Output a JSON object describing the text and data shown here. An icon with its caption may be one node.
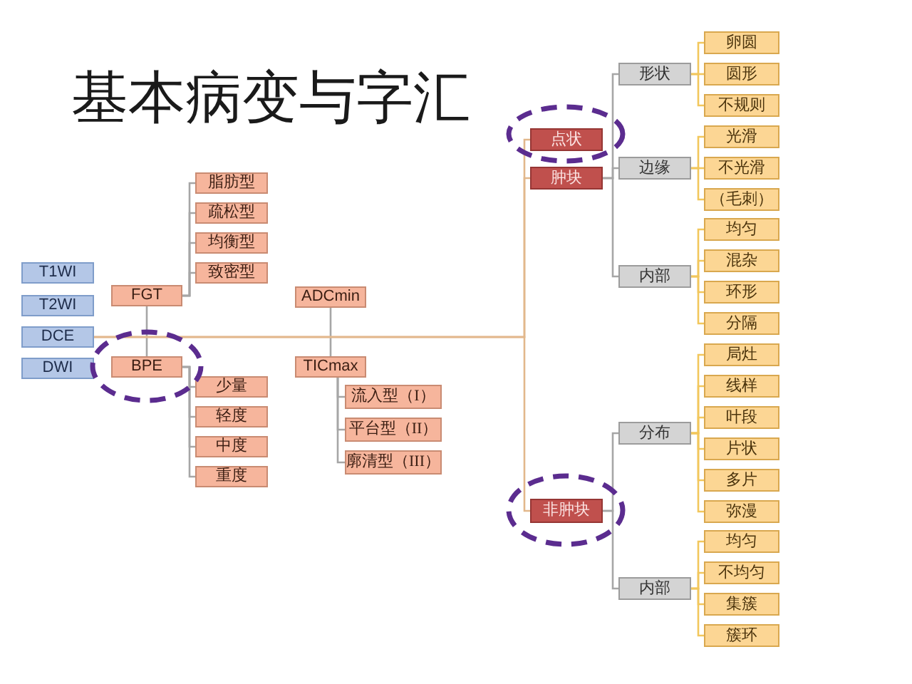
{
  "diagram": {
    "title": "基本病变与字汇",
    "nodes": [
      {
        "text": [
          "T1WI"
        ]
      },
      {
        "text": [
          "T2WI"
        ]
      },
      {
        "text": [
          "DCE"
        ]
      },
      {
        "text": [
          "DWI"
        ]
      },
      {
        "text": [
          "脂肪型"
        ]
      },
      {
        "text": [
          "疏松型"
        ]
      },
      {
        "text": [
          "均衡型"
        ]
      },
      {
        "text": [
          "致密型"
        ]
      },
      {
        "text": [
          "FGT"
        ]
      },
      {
        "text": [
          "ADCmin"
        ]
      },
      {
        "text": [
          "BPE"
        ]
      },
      {
        "text": [
          "TICmax"
        ]
      },
      {
        "text": [
          "少量"
        ]
      },
      {
        "text": [
          "轻度"
        ]
      },
      {
        "text": [
          "中度"
        ]
      },
      {
        "text": [
          "重度"
        ]
      },
      {
        "text": [
          "流入型（I）"
        ]
      },
      {
        "text": [
          "平台型（II）"
        ]
      },
      {
        "text": [
          "廓清型（III）"
        ]
      },
      {
        "text": [
          "点状"
        ]
      },
      {
        "text": [
          "肿块"
        ]
      },
      {
        "text": [
          "形状"
        ]
      },
      {
        "text": [
          "边缘"
        ]
      },
      {
        "text": [
          "内部"
        ]
      },
      {
        "text": [
          "卵圆"
        ]
      },
      {
        "text": [
          "圆形"
        ]
      },
      {
        "text": [
          "不规则"
        ]
      },
      {
        "text": [
          "光滑"
        ]
      },
      {
        "text": [
          "不光滑"
        ]
      },
      {
        "text": [
          "（毛刺）"
        ]
      },
      {
        "text": [
          "均匀"
        ]
      },
      {
        "text": [
          "混杂"
        ]
      },
      {
        "text": [
          "环形"
        ]
      },
      {
        "text": [
          "分隔"
        ]
      },
      {
        "text": [
          "非肿块"
        ]
      },
      {
        "text": [
          "分布"
        ]
      },
      {
        "text": [
          "内部"
        ]
      },
      {
        "text": [
          "局灶"
        ]
      },
      {
        "text": [
          "线样"
        ]
      },
      {
        "text": [
          "叶段"
        ]
      },
      {
        "text": [
          "片状"
        ]
      },
      {
        "text": [
          "多片"
        ]
      },
      {
        "text": [
          "弥漫"
        ]
      },
      {
        "text": [
          "均匀"
        ]
      },
      {
        "text": [
          "不均匀"
        ]
      },
      {
        "text": [
          "集簇"
        ]
      },
      {
        "text": [
          "簇环"
        ]
      }
    ],
    "edges": [
      {
        "from": 8,
        "to": 4,
        "arrow": "none",
        "color": "#a6a6a6"
      },
      {
        "from": 8,
        "to": 5,
        "arrow": "none",
        "color": "#a6a6a6"
      },
      {
        "from": 8,
        "to": 6,
        "arrow": "none",
        "color": "#a6a6a6"
      },
      {
        "from": 8,
        "to": 7,
        "arrow": "none",
        "color": "#a6a6a6"
      },
      {
        "from": 8,
        "to": 10,
        "arrow": "none",
        "color": "#a6a6a6"
      },
      {
        "from": 10,
        "to": 12,
        "arrow": "none",
        "color": "#a6a6a6"
      },
      {
        "from": 10,
        "to": 13,
        "arrow": "none",
        "color": "#a6a6a6"
      },
      {
        "from": 10,
        "to": 14,
        "arrow": "none",
        "color": "#a6a6a6"
      },
      {
        "from": 10,
        "to": 15,
        "arrow": "none",
        "color": "#a6a6a6"
      },
      {
        "from": 9,
        "to": 11,
        "arrow": "none",
        "color": "#a6a6a6"
      },
      {
        "from": 11,
        "to": 16,
        "arrow": "none",
        "color": "#a6a6a6"
      },
      {
        "from": 11,
        "to": 17,
        "arrow": "none",
        "color": "#a6a6a6"
      },
      {
        "from": 11,
        "to": 18,
        "arrow": "none",
        "color": "#a6a6a6"
      },
      {
        "from": 2,
        "to": 19,
        "arrow": "none",
        "color": "#e2b88c"
      },
      {
        "from": 2,
        "to": 20,
        "arrow": "none",
        "color": "#e2b88c"
      },
      {
        "from": 2,
        "to": 34,
        "arrow": "none",
        "color": "#e2b88c"
      },
      {
        "from": 20,
        "to": 21,
        "arrow": "none",
        "color": "#a6a6a6"
      },
      {
        "from": 20,
        "to": 22,
        "arrow": "none",
        "color": "#a6a6a6"
      },
      {
        "from": 20,
        "to": 23,
        "arrow": "none",
        "color": "#a6a6a6"
      },
      {
        "from": 21,
        "to": 24,
        "arrow": "none"
      },
      {
        "from": 21,
        "to": 25,
        "arrow": "none"
      },
      {
        "from": 21,
        "to": 26,
        "arrow": "none"
      },
      {
        "from": 22,
        "to": 27,
        "arrow": "none"
      },
      {
        "from": 22,
        "to": 28,
        "arrow": "none"
      },
      {
        "from": 22,
        "to": 29,
        "arrow": "none"
      },
      {
        "from": 23,
        "to": 30,
        "arrow": "none"
      },
      {
        "from": 23,
        "to": 31,
        "arrow": "none"
      },
      {
        "from": 23,
        "to": 32,
        "arrow": "none"
      },
      {
        "from": 23,
        "to": 33,
        "arrow": "none"
      },
      {
        "from": 34,
        "to": 35,
        "arrow": "none",
        "color": "#a6a6a6"
      },
      {
        "from": 34,
        "to": 36,
        "arrow": "none",
        "color": "#a6a6a6"
      },
      {
        "from": 35,
        "to": 37,
        "arrow": "none"
      },
      {
        "from": 35,
        "to": 38,
        "arrow": "none"
      },
      {
        "from": 35,
        "to": 39,
        "arrow": "none"
      },
      {
        "from": 35,
        "to": 40,
        "arrow": "none"
      },
      {
        "from": 35,
        "to": 41,
        "arrow": "none"
      },
      {
        "from": 35,
        "to": 42,
        "arrow": "none"
      },
      {
        "from": 36,
        "to": 43,
        "arrow": "none"
      },
      {
        "from": 36,
        "to": 44,
        "arrow": "none"
      },
      {
        "from": 36,
        "to": 45,
        "arrow": "none"
      },
      {
        "from": 36,
        "to": 46,
        "arrow": "none"
      }
    ]
  }
}
